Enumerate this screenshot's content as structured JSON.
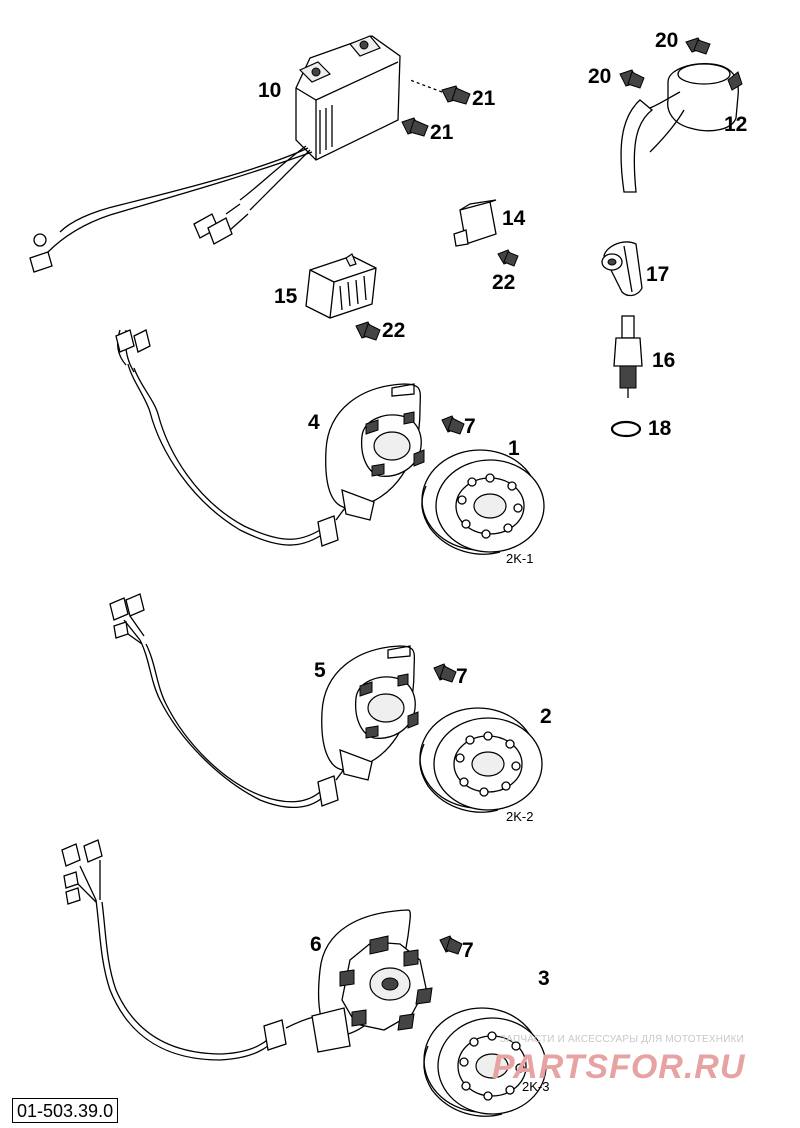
{
  "parts": [
    {
      "id": "10",
      "label": "10"
    },
    {
      "id": "21a",
      "label": "21"
    },
    {
      "id": "21b",
      "label": "21"
    },
    {
      "id": "20a",
      "label": "20"
    },
    {
      "id": "20b",
      "label": "20"
    },
    {
      "id": "12",
      "label": "12"
    },
    {
      "id": "14",
      "label": "14"
    },
    {
      "id": "22a",
      "label": "22"
    },
    {
      "id": "15",
      "label": "15"
    },
    {
      "id": "22b",
      "label": "22"
    },
    {
      "id": "17",
      "label": "17"
    },
    {
      "id": "16",
      "label": "16"
    },
    {
      "id": "18",
      "label": "18"
    },
    {
      "id": "4",
      "label": "4"
    },
    {
      "id": "7a",
      "label": "7"
    },
    {
      "id": "1",
      "label": "1"
    },
    {
      "id": "5",
      "label": "5"
    },
    {
      "id": "7b",
      "label": "7"
    },
    {
      "id": "2",
      "label": "2"
    },
    {
      "id": "6",
      "label": "6"
    },
    {
      "id": "7c",
      "label": "7"
    },
    {
      "id": "3",
      "label": "3"
    }
  ],
  "kits": [
    "2K-1",
    "2K-2",
    "2K-3"
  ],
  "watermark": {
    "tagline": "ЗАПЧАСТИ И АКСЕССУАРЫ ДЛЯ МОТОТЕХНИКИ",
    "logo": "PARTSFOR.RU"
  },
  "document_id": "01-503.39.0"
}
